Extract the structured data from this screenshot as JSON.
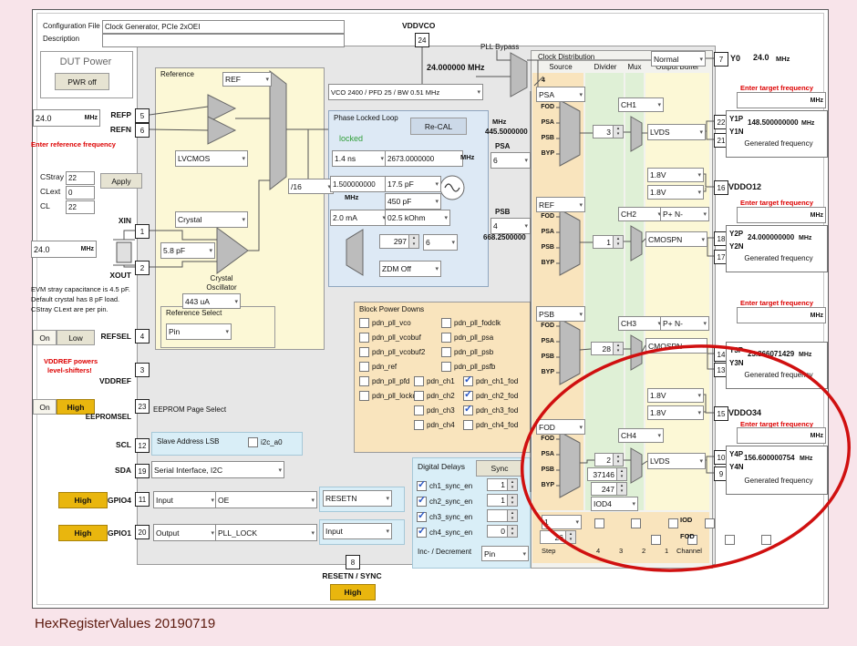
{
  "icons": {
    "chevron": "▾",
    "up": "▴",
    "down": "▾"
  },
  "caption": "HexRegisterValues 20190719",
  "header": {
    "config_label": "Configuration File",
    "config_value": "Clock Generator, PCIe 2xOEI",
    "desc_label": "Description",
    "desc_value": ""
  },
  "top": {
    "vddvco": "VDDVCO",
    "vddvco_pin": "24",
    "pll_bypass": "PLL Bypass",
    "bypass_freq": "24.000000 MHz",
    "bus_width": "4"
  },
  "dut": {
    "title": "DUT Power",
    "pwr": "PWR off"
  },
  "refin": {
    "freq": "24.0",
    "unit": "MHz",
    "refp": "REFP",
    "refp_pin": "5",
    "refn": "REFN",
    "refn_pin": "6",
    "hint": "Enter reference frequency"
  },
  "caps": {
    "cstray": "CStray",
    "cstray_v": "22",
    "clext": "CLext",
    "clext_v": "0",
    "cl": "CL",
    "cl_v": "22",
    "apply": "Apply"
  },
  "xtal": {
    "xin": "XIN",
    "xin_pin": "1",
    "xout": "XOUT",
    "xout_pin": "2",
    "freq": "24.0",
    "unit": "MHz",
    "note1": "EVM stray capacitance is 4.5 pF.",
    "note2": "Default crystal has 8 pF load.",
    "note3": " CStray CLext are per pin."
  },
  "refsel": {
    "on": "On",
    "low": "Low",
    "label": "REFSEL",
    "pin": "4"
  },
  "vddref": {
    "warn1": "VDDREF powers",
    "warn2": "level-shifters!",
    "label": "VDDREF",
    "pin": "3"
  },
  "eeprom": {
    "on": "On",
    "high": "High",
    "label": "EEPROMSEL",
    "pin": "23",
    "note": "EEPROM Page Select"
  },
  "serial": {
    "scl": "SCL",
    "scl_pin": "12",
    "sda": "SDA",
    "sda_pin": "19",
    "slave": "Slave Address LSB",
    "i2c_a0": "i2c_a0",
    "iface": "Serial Interface, I2C"
  },
  "gpio4": {
    "high": "High",
    "label": "GPIO4",
    "pin": "11",
    "dir": "Input",
    "mode": "OE",
    "right_dd": "RESETN"
  },
  "gpio1": {
    "high": "High",
    "label": "GPIO1",
    "pin": "20",
    "dir": "Output",
    "mode": "PLL_LOCK",
    "right_dd": "Input"
  },
  "resetn": {
    "pin": "8",
    "label": "RESETN / SYNC",
    "high": "High"
  },
  "reference": {
    "title": "Reference",
    "ref_dd": "REF",
    "lvcmos": "LVCMOS",
    "div16": "/16",
    "crystal_dd": "Crystal",
    "cap_dd": "5.8 pF",
    "osc1": "Crystal",
    "osc2": "Oscillator",
    "cur_dd": "443 uA",
    "rs_title": "Reference Select",
    "rs_dd": "Pin"
  },
  "pll": {
    "vco_dd": "VCO 2400 / PFD 25 / BW 0.51 MHz",
    "title": "Phase Locked Loop",
    "locked": "locked",
    "recal": "Re-CAL",
    "tdc": "1.4 ns",
    "vco_freq": "2673.0000000",
    "vco_unit": "MHz",
    "pfd_freq": "1.500000000",
    "pfd_unit": "MHz",
    "c1": "17.5 pF",
    "c2": "450 pF",
    "cp": "2.0 mA",
    "res": "02.5 kOhm",
    "n": "297",
    "nfrac": "6",
    "zdm": "ZDM Off",
    "psa_unit": "MHz",
    "psa_freq": "445.5000000",
    "psa": "PSA",
    "psa_div": "6",
    "psb": "PSB",
    "psb_div": "4",
    "psb_freq": "668.2500000"
  },
  "bpd": {
    "title": "Block Power Downs",
    "pll_vco": {
      "l": "pdn_pll_vco",
      "c": false
    },
    "pll_fodclk": {
      "l": "pdn_pll_fodclk",
      "c": false
    },
    "pll_vcobuf": {
      "l": "pdn_pll_vcobuf",
      "c": false
    },
    "pll_psa": {
      "l": "pdn_pll_psa",
      "c": false
    },
    "pll_vcobuf2": {
      "l": "pdn_pll_vcobuf2",
      "c": false
    },
    "pll_psb": {
      "l": "pdn_pll_psb",
      "c": false
    },
    "ref": {
      "l": "pdn_ref",
      "c": false
    },
    "pll_psfb": {
      "l": "pdn_pll_psfb",
      "c": false
    },
    "pll_pfd": {
      "l": "pdn_pll_pfd",
      "c": false
    },
    "pll_lockdet": {
      "l": "pdn_pll_lockdet",
      "c": false
    },
    "ch1": {
      "l": "pdn_ch1",
      "c": false
    },
    "ch2": {
      "l": "pdn_ch2",
      "c": false
    },
    "ch3": {
      "l": "pdn_ch3",
      "c": false
    },
    "ch4": {
      "l": "pdn_ch4",
      "c": false
    },
    "ch1_fod": {
      "l": "pdn_ch1_fod",
      "c": true
    },
    "ch2_fod": {
      "l": "pdn_ch2_fod",
      "c": true
    },
    "ch3_fod": {
      "l": "pdn_ch3_fod",
      "c": true
    },
    "ch4_fod": {
      "l": "pdn_ch4_fod",
      "c": false
    }
  },
  "ddel": {
    "title": "Digital Delays",
    "sync": "Sync",
    "ch1": {
      "l": "ch1_sync_en",
      "c": true,
      "v": "1"
    },
    "ch2": {
      "l": "ch2_sync_en",
      "c": true,
      "v": "1"
    },
    "ch3": {
      "l": "ch3_sync_en",
      "c": true,
      "v": ""
    },
    "ch4": {
      "l": "ch4_sync_en",
      "c": true,
      "v": "0"
    },
    "incdec": "Inc- / Decrement",
    "incdec_dd": "Pin"
  },
  "cdist": {
    "title": "Clock Distribution",
    "h_source": "Source",
    "h_divider": "Divider",
    "h_mux": "Mux",
    "h_out": "Output Buffer",
    "normal_dd": "Normal",
    "y0_pin": "7",
    "y0": "Y0",
    "y0_freq": "24.0",
    "y0_unit": "MHz",
    "in_fod": "FOD",
    "in_psa": "PSA",
    "in_psb": "PSB",
    "in_byp": "BYP",
    "ch1": {
      "src": "PSA",
      "name": "CH1",
      "div": "3",
      "buf": "LVDS"
    },
    "ch2": {
      "src": "REF",
      "name": "CH2",
      "div": "1",
      "pn": "P+ N-",
      "buf": "CMOSPN"
    },
    "ch3": {
      "src": "PSB",
      "name": "CH3",
      "div": "28",
      "pn": "P+ N-",
      "buf": "CMOSPN"
    },
    "ch4": {
      "src": "FOD",
      "name": "CH4",
      "div": "2",
      "num": "37146",
      "den": "247",
      "iod": "IOD4",
      "buf": "LVDS"
    },
    "v18": "1.8V",
    "step": {
      "ch_dd": "1",
      "step_v": "26",
      "iod": "IOD",
      "fod": "FOD",
      "step_lbl": "Step",
      "c4": "4",
      "c3": "3",
      "c2": "2",
      "c1": "1",
      "channel": "Channel",
      "iod_checks": [
        false,
        false,
        false,
        false
      ],
      "fod_checks": [
        false,
        false,
        false,
        false
      ]
    }
  },
  "outs": {
    "target_hint": "Enter target frequency",
    "gen_label": "Generated frequency",
    "mhz": "MHz",
    "target": "",
    "y1": {
      "p": "Y1P",
      "n": "Y1N",
      "pin_p": "22",
      "pin_n": "21",
      "freq": "148.500000000"
    },
    "vddo12": {
      "pin": "16",
      "label": "VDDO12"
    },
    "y2": {
      "p": "Y2P",
      "n": "Y2N",
      "pin_p": "18",
      "pin_n": "17",
      "freq": "24.000000000"
    },
    "y3": {
      "p": "Y3P",
      "n": "Y3N",
      "pin_p": "14",
      "pin_n": "13",
      "freq": "23.866071429"
    },
    "vddo34": {
      "pin": "15",
      "label": "VDDO34"
    },
    "y4": {
      "p": "Y4P",
      "n": "Y4N",
      "pin_p": "10",
      "pin_n": "9",
      "freq": "156.600000754"
    }
  }
}
